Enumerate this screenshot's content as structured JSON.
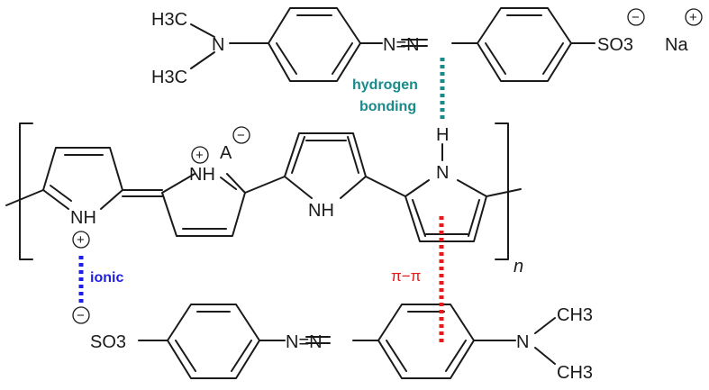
{
  "colors": {
    "bond": "#1a1a1a",
    "hydrogen_bonding": "#1a8a8a",
    "ionic": "#1f1fe6",
    "pi_pi": "#e61a1a"
  },
  "dye_top": {
    "methyl_upper": "H3C",
    "methyl_lower": "H3C",
    "amine_n": "N",
    "azo": "N=N",
    "sulfonate": "SO3",
    "counterion": "Na",
    "sulfonate_charge": "−",
    "counterion_charge": "+"
  },
  "polymer": {
    "ring1_nh": "NH",
    "ring1_charge": "+",
    "ring2_nh": "NH",
    "ring2_charge": "+",
    "anion": "A",
    "anion_charge": "−",
    "ring3_nh": "NH",
    "ring4_h": "H",
    "ring4_n": "N",
    "repeat_index": "n"
  },
  "dye_bottom": {
    "sulfonate": "SO3",
    "sulfonate_charge": "−",
    "azo": "N=N",
    "amine_n": "N",
    "methyl_upper": "CH3",
    "methyl_lower": "CH3"
  },
  "interactions": {
    "hydrogen_bonding_line1": "hydrogen",
    "hydrogen_bonding_line2": "bonding",
    "ionic": "ionic",
    "pi_pi": "π−π"
  }
}
